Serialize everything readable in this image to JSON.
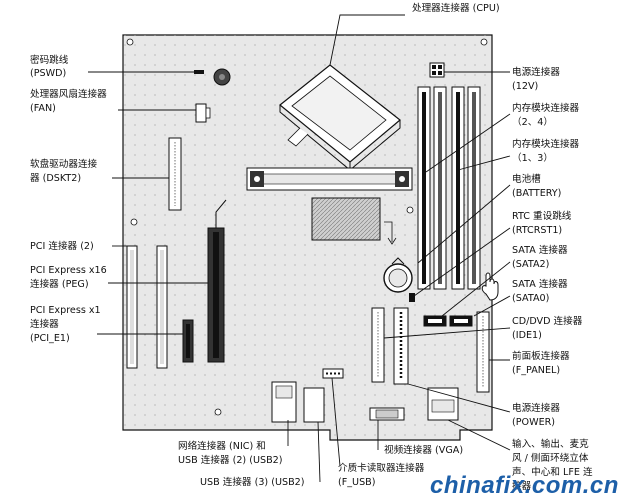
{
  "labels": {
    "cpu": "处理器连接器 (CPU)",
    "pswd_1": "密码跳线",
    "pswd_2": "(PSWD)",
    "fan_1": "处理器风扇连接器",
    "fan_2": "(FAN)",
    "dskt_1": "软盘驱动器连接",
    "dskt_2": "器 (DSKT2)",
    "pci": "PCI 连接器 (2)",
    "peg_1": "PCI Express x16",
    "peg_2": "连接器 (PEG)",
    "pcie1_1": "PCI Express x1",
    "pcie1_2": "连接器",
    "pcie1_3": "(PCI_E1)",
    "power12_1": "电源连接器",
    "power12_2": "(12V)",
    "mem24_1": "内存模块连接器",
    "mem24_2": "（2、4）",
    "mem13_1": "内存模块连接器",
    "mem13_2": "（1、3）",
    "battery_1": "电池槽",
    "battery_2": "(BATTERY)",
    "rtc_1": "RTC 重设跳线",
    "rtc_2": "(RTCRST1)",
    "sata2_1": "SATA 连接器",
    "sata2_2": "(SATA2)",
    "sata0_1": "SATA 连接器",
    "sata0_2": "(SATA0)",
    "ide_1": "CD/DVD 连接器",
    "ide_2": "(IDE1)",
    "fpanel_1": "前面板连接器",
    "fpanel_2": "(F_PANEL)",
    "power_1": "电源连接器",
    "power_2": "(POWER)",
    "audio_1": "输入、输出、麦克",
    "audio_2": "风 / 侧面环绕立体",
    "audio_3": "声、中心和 LFE 连",
    "audio_4": "接器",
    "nic_1": "网络连接器 (NIC) 和",
    "nic_2": "USB 连接器 (2) (USB2)",
    "usb3": "USB 连接器 (3) (USB2)",
    "vga": "视频连接器 (VGA)",
    "fusb_1": "介质卡读取器连接器",
    "fusb_2": "(F_USB)",
    "watermark": "chinafix.com.cn"
  },
  "colors": {
    "line": "#111111",
    "board": "#e8e8e8",
    "watermark": "#1d5fa8"
  }
}
